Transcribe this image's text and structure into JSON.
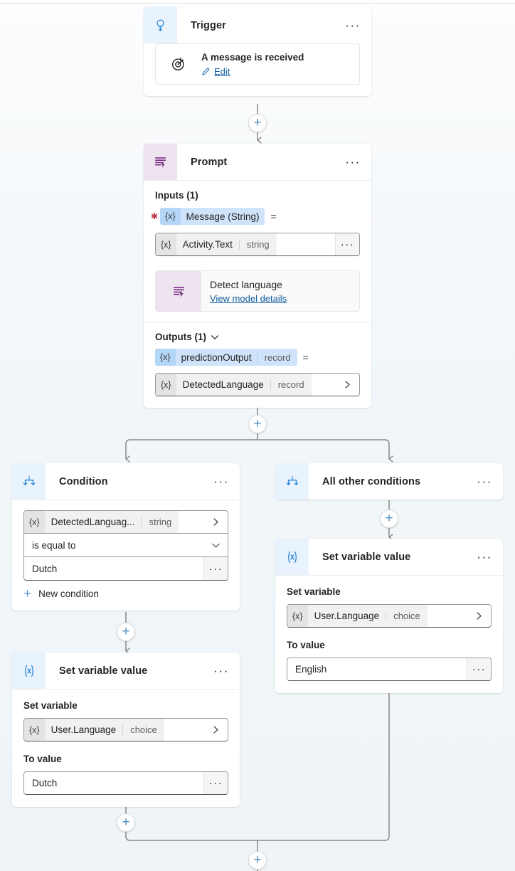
{
  "canvas": {
    "background_color": "#f1f6fa",
    "connector_color": "#888888",
    "plus_button_color": "#4a8fc4"
  },
  "nodes": [
    {
      "id": "trigger",
      "title": "Trigger",
      "icon": "trigger-bulb-icon",
      "accent": "blue",
      "more_label": "···",
      "inner": {
        "icon": "target-icon",
        "title": "A message is received",
        "link": "Edit",
        "link_icon": "pencil-icon"
      }
    },
    {
      "id": "prompt",
      "title": "Prompt",
      "icon": "prompt-lines-bolt-icon",
      "accent": "purple",
      "more_label": "···",
      "inputs_label": "Inputs (1)",
      "input_token": {
        "x": "{x}",
        "name": "Message (String)",
        "equals": "="
      },
      "input_value": {
        "x": "{x}",
        "name": "Activity.Text",
        "type": "string",
        "more": "···"
      },
      "model": {
        "icon": "prompt-lines-bolt-icon",
        "title": "Detect language",
        "link": "View model details"
      },
      "outputs_label": "Outputs (1)",
      "outputs_chevron": "chevron-down-icon",
      "output_token": {
        "x": "{x}",
        "name": "predictionOutput",
        "type": "record",
        "equals": "="
      },
      "output_value": {
        "x": "{x}",
        "name": "DetectedLanguage",
        "type": "record",
        "chevron": "chevron-right-icon"
      }
    },
    {
      "id": "condition",
      "title": "Condition",
      "icon": "branch-icon",
      "accent": "blue",
      "more_label": "···",
      "field_variable": {
        "x": "{x}",
        "name": "DetectedLanguag...",
        "type": "string",
        "chevron": "chevron-right-icon"
      },
      "field_operator": "is equal to",
      "field_value": "Dutch",
      "field_value_more": "···",
      "new_condition_label": "New condition"
    },
    {
      "id": "all-other-conditions",
      "title": "All other conditions",
      "icon": "branch-icon",
      "accent": "blue",
      "more_label": "···"
    },
    {
      "id": "set-variable-left",
      "title": "Set variable value",
      "icon": "variable-icon",
      "accent": "blue",
      "more_label": "···",
      "set_variable_label": "Set variable",
      "variable": {
        "x": "{x}",
        "name": "User.Language",
        "type": "choice",
        "chevron": "chevron-right-icon"
      },
      "to_value_label": "To value",
      "to_value": "Dutch",
      "to_value_more": "···"
    },
    {
      "id": "set-variable-right",
      "title": "Set variable value",
      "icon": "variable-icon",
      "accent": "blue",
      "more_label": "···",
      "set_variable_label": "Set variable",
      "variable": {
        "x": "{x}",
        "name": "User.Language",
        "type": "choice",
        "chevron": "chevron-right-icon"
      },
      "to_value_label": "To value",
      "to_value": "English",
      "to_value_more": "···"
    }
  ],
  "add_buttons": [
    {
      "id": "add-after-trigger",
      "label": "+"
    },
    {
      "id": "add-after-prompt",
      "label": "+"
    },
    {
      "id": "add-after-all-other-conditions",
      "label": "+"
    },
    {
      "id": "add-after-condition",
      "label": "+"
    },
    {
      "id": "add-after-set-variable-left",
      "label": "+"
    },
    {
      "id": "add-after-set-variable-right",
      "label": "+"
    },
    {
      "id": "add-after-merge",
      "label": "+"
    }
  ]
}
